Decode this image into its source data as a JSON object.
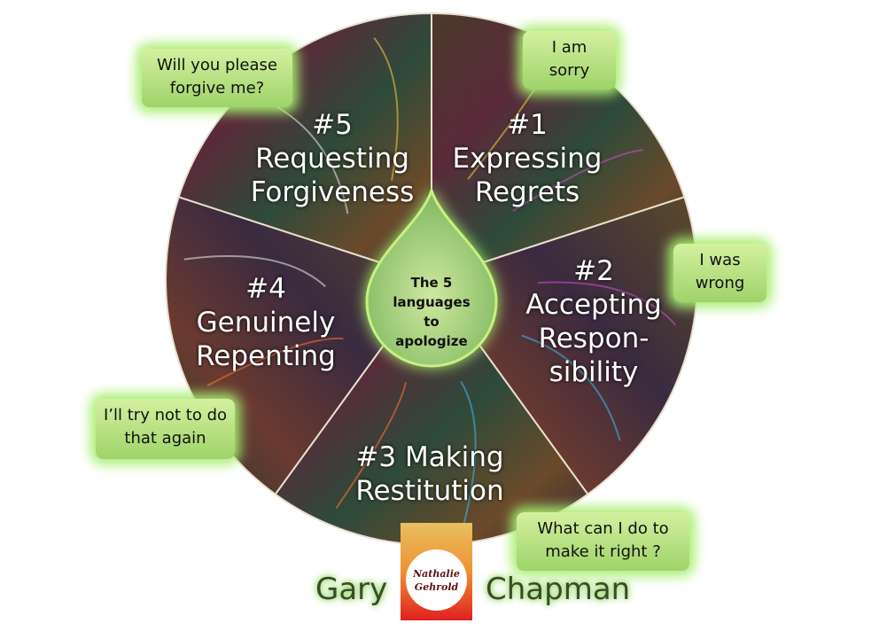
{
  "center": {
    "line1": "The 5",
    "line2": "languages",
    "line3": "to apologize"
  },
  "segments": [
    {
      "label": "#1\nExpressing\nRegrets",
      "quote": "I am sorry"
    },
    {
      "label": "#2\nAccepting\nRespon-\nsibility",
      "quote": "I was wrong"
    },
    {
      "label": "#3 Making\nRestitution",
      "quote": "What can I do to make it right ?"
    },
    {
      "label": "#4\nGenuinely\nRepenting",
      "quote": "I’ll try not to do that again"
    },
    {
      "label": "#5\nRequesting\nForgiveness",
      "quote": "Will you please forgive me?"
    }
  ],
  "author": {
    "first": "Gary",
    "last": "Chapman"
  },
  "logo": {
    "line1": "Nathalie",
    "line2": "Gehrold"
  },
  "colors": {
    "glow": "#a8ee70",
    "bubble": "#b8e282"
  }
}
